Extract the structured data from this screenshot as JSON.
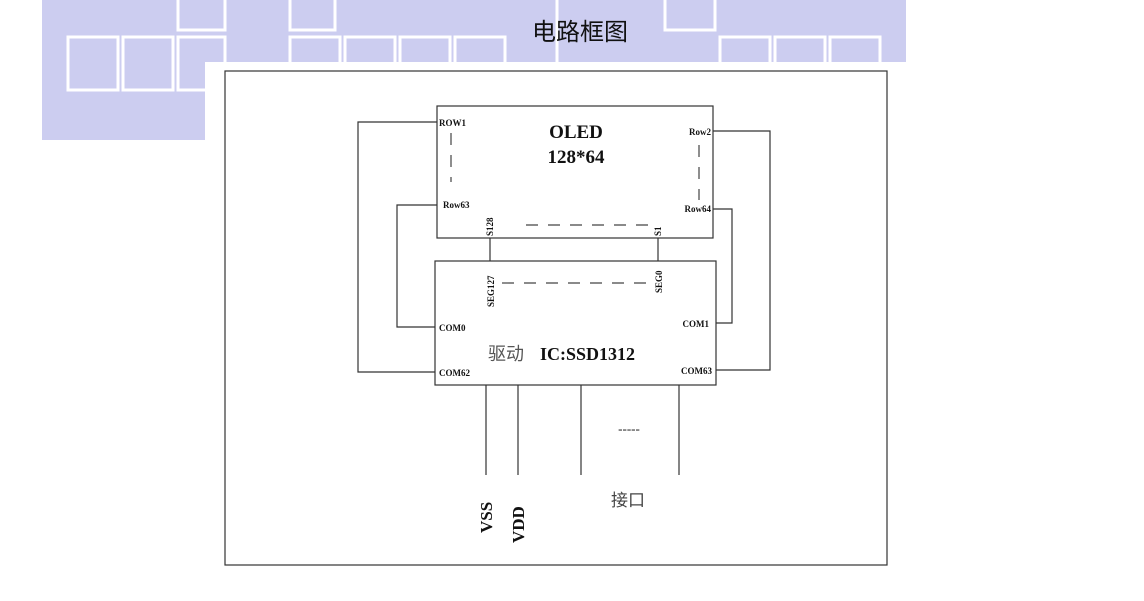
{
  "title": "电路框图",
  "colors": {
    "background_pattern": "#cccdf0",
    "line": "#333333"
  },
  "oled": {
    "name": "OLED",
    "resolution": "128*64",
    "pins": {
      "row1": "ROW1",
      "row2": "Row2",
      "row63": "Row63",
      "row64": "Row64",
      "s128": "S128",
      "s1": "S1"
    }
  },
  "ic": {
    "label_cn": "驱动",
    "label": "IC:SSD1312",
    "pins": {
      "seg127": "SEG127",
      "seg0": "SEG0",
      "com0": "COM0",
      "com1": "COM1",
      "com62": "COM62",
      "com63": "COM63"
    }
  },
  "interface": {
    "vss": "VSS",
    "vdd": "VDD",
    "ellipsis": "-----",
    "label": "接口"
  }
}
